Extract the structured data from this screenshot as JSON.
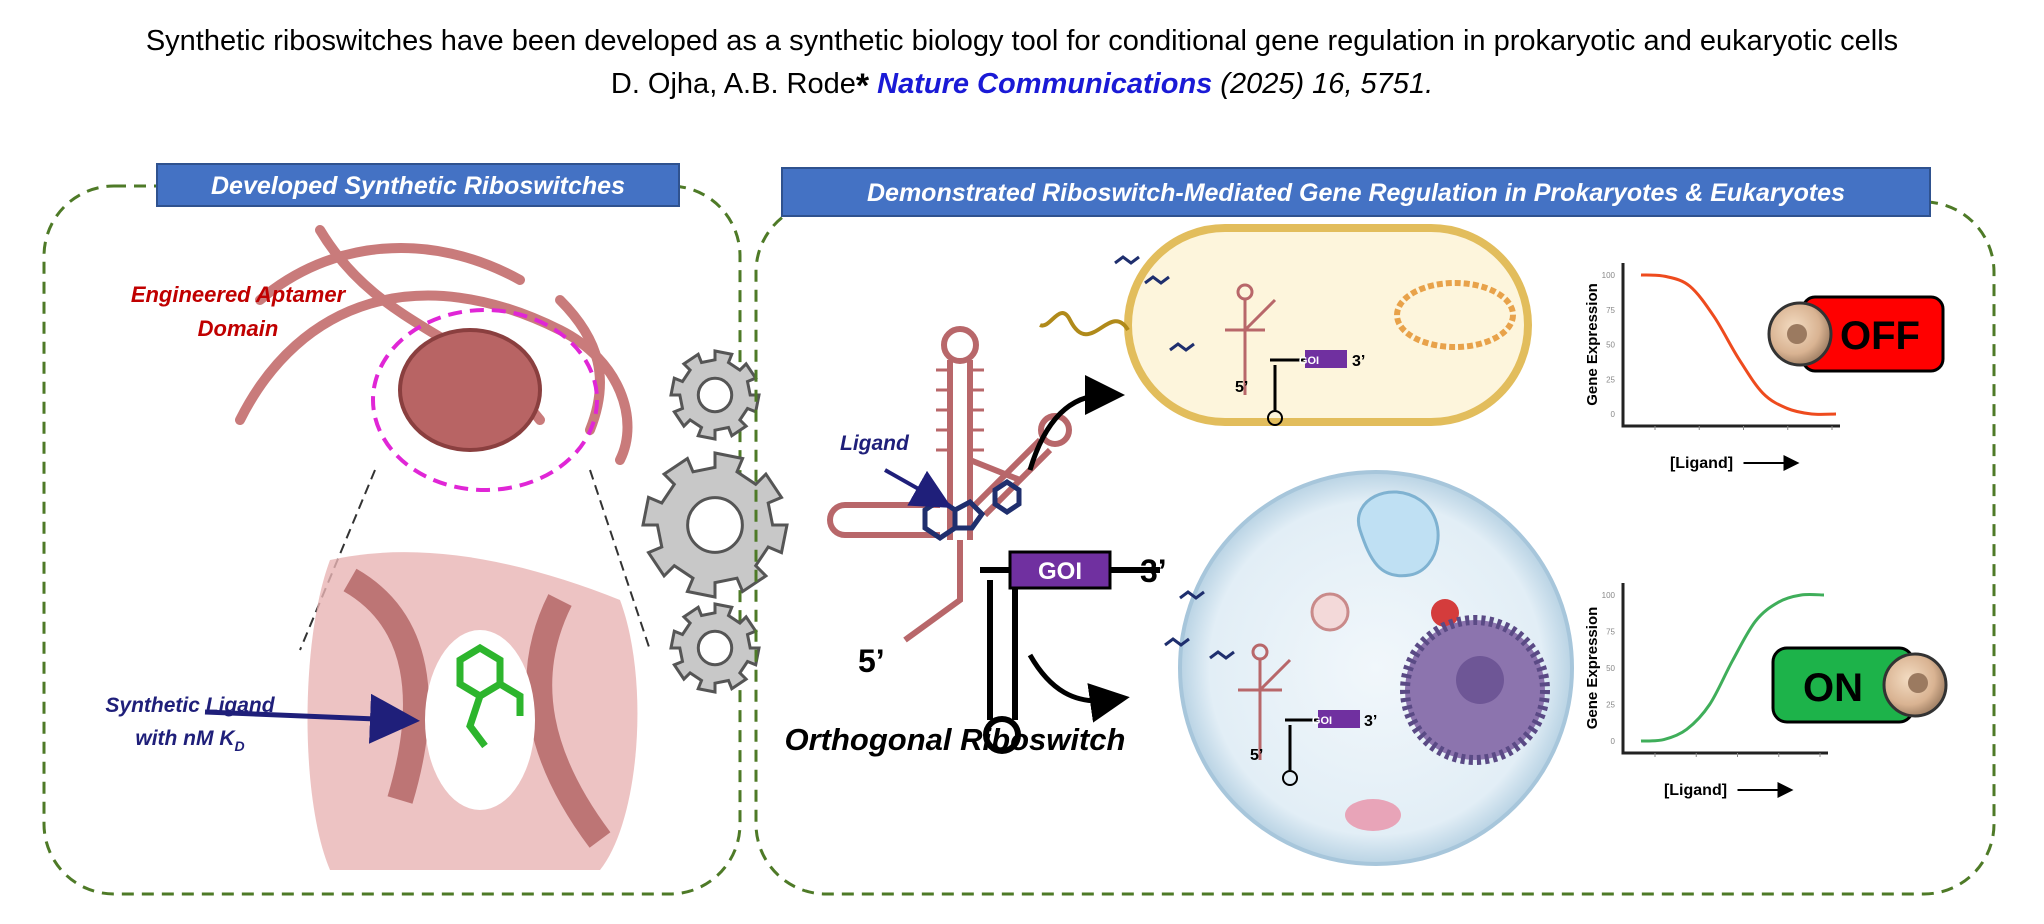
{
  "header": {
    "title": "Synthetic riboswitches have been developed as a synthetic biology tool for conditional gene regulation in prokaryotic and eukaryotic cells",
    "authors": "D. Ojha, A.B. Rode",
    "asterisk": "*",
    "journal": "Nature Communications",
    "citation": "(2025) 16, 5751."
  },
  "left_panel": {
    "label": "Developed Synthetic Riboswitches",
    "aptamer_label_1": "Engineered Aptamer",
    "aptamer_label_2": "Domain",
    "ligand_label_1": "Synthetic Ligand",
    "ligand_label_2": "with nM K",
    "ligand_label_sub": "D"
  },
  "right_panel": {
    "label": "Demonstrated Riboswitch-Mediated Gene Regulation in Prokaryotes & Eukaryotes",
    "ligand": "Ligand",
    "goi": "GOI",
    "three_prime": "3’",
    "five_prime": "5’",
    "riboswitch_caption": "Orthogonal Riboswitch",
    "off_label": "OFF",
    "on_label": "ON"
  },
  "colors": {
    "label_box": "#4472c4",
    "dashed_border": "#4e7a27",
    "rna": "#b8676a",
    "goi": "#7030a0",
    "off": "#ff0000",
    "on": "#1db34a",
    "journal": "#1a1ad6",
    "aptamer_text": "#c00000",
    "ligand_text": "#1f1f7a"
  },
  "chart_data": [
    {
      "type": "line",
      "ylabel": "Gene Expression",
      "xlabel": "[Ligand]",
      "ylim": [
        0,
        100
      ],
      "yticks": [
        0,
        25,
        50,
        75,
        100
      ],
      "x_scale": "log",
      "x_tick_count": 5,
      "series": [
        {
          "color": "#ee4b1e",
          "values": [
            100,
            99,
            92,
            70,
            40,
            15,
            4,
            0,
            0
          ]
        }
      ],
      "state": "OFF"
    },
    {
      "type": "line",
      "ylabel": "Gene Expression",
      "xlabel": "[Ligand]",
      "ylim": [
        0,
        100
      ],
      "yticks": [
        0,
        25,
        50,
        75,
        100
      ],
      "x_scale": "log",
      "x_tick_count": 5,
      "series": [
        {
          "color": "#3fae5a",
          "values": [
            0,
            1,
            8,
            25,
            55,
            82,
            95,
            100,
            100
          ]
        }
      ],
      "state": "ON"
    }
  ]
}
